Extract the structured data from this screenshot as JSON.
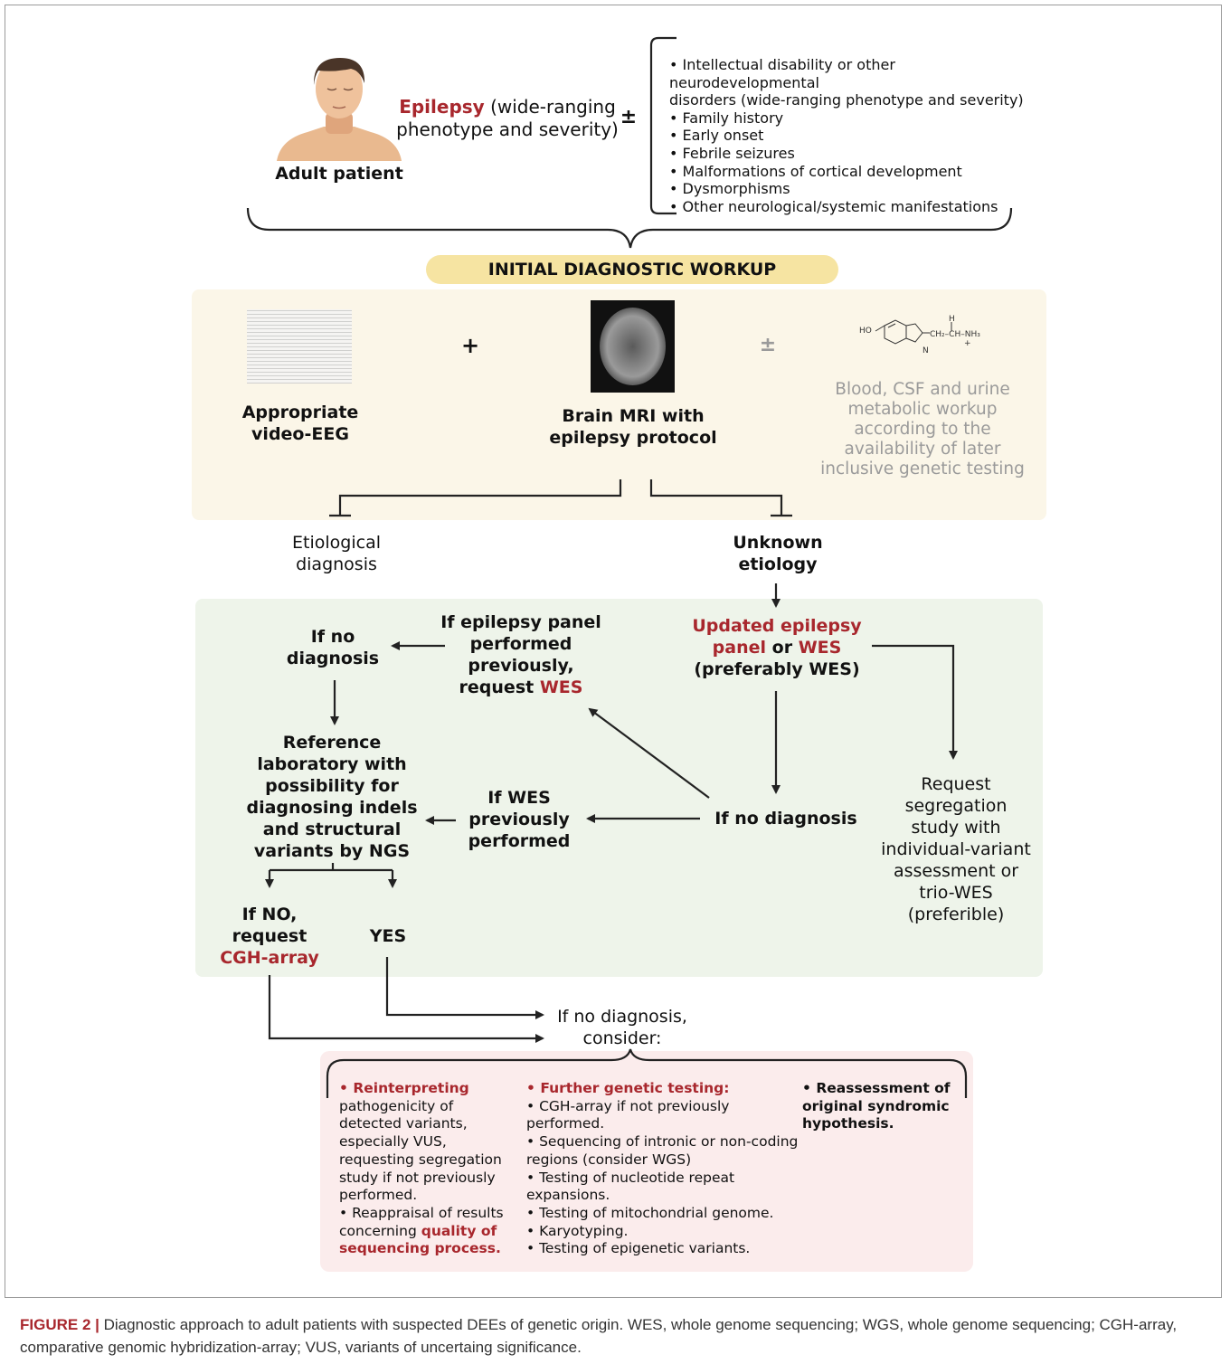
{
  "patient": {
    "label": "Adult patient"
  },
  "epilepsy": {
    "highlight": "Epilepsy",
    "rest1": " (wide-ranging",
    "line2": "phenotype and severity)"
  },
  "plusminus_top": "±",
  "comorbidities": [
    "• Intellectual disability or other neurodevelopmental",
    "disorders (wide-ranging phenotype and severity)",
    "• Family history",
    "• Early onset",
    "• Febrile seizures",
    "• Malformations of cortical development",
    "• Dysmorphisms",
    "• Other neurological/systemic manifestations"
  ],
  "workup_title": "INITIAL DIAGNOSTIC WORKUP",
  "eeg_label": [
    "Appropriate",
    "video-EEG"
  ],
  "plus_sign": "+",
  "mri_label": [
    "Brain MRI with",
    "epilepsy protocol"
  ],
  "plusminus_mid": "±",
  "molecule": {
    "ho": "HO",
    "h": "H",
    "chain": "CH₂–CH–NH₃",
    "plus": "+",
    "n": "N"
  },
  "metabolic_label": [
    "Blood, CSF and urine",
    "metabolic workup",
    "according to the",
    "availability of later",
    "inclusive genetic testing"
  ],
  "etiological": [
    "Etiological",
    "diagnosis"
  ],
  "unknown": [
    "Unknown",
    "etiology"
  ],
  "updated_panel": {
    "line1": "Updated epilepsy",
    "panel": "panel",
    "or": " or ",
    "wes": "WES",
    "line3": "(preferably WES)"
  },
  "if_epilepsy_panel": {
    "line1": "If epilepsy panel",
    "line2": "performed",
    "line3": "previously,",
    "request": "request ",
    "wes": "WES"
  },
  "if_no_diagnosis_top": [
    "If no",
    "diagnosis"
  ],
  "reference_lab": [
    "Reference",
    "laboratory with",
    "possibility for",
    "diagnosing indels",
    "and structural",
    "variants by NGS"
  ],
  "if_wes_previously": [
    "If WES",
    "previously",
    "performed"
  ],
  "if_no_diagnosis_mid": "If no diagnosis",
  "request_segregation": [
    "Request",
    "segregation",
    "study with",
    "individual-variant",
    "assessment or",
    "trio-WES",
    "(preferible)"
  ],
  "if_no": {
    "line1": "If NO,",
    "line2": "request",
    "cgh": "CGH-array"
  },
  "yes": "YES",
  "consider": [
    "If no diagnosis,",
    "consider:"
  ],
  "col1": {
    "bullet_head": "• ",
    "head": "Reinterpreting",
    "body": "pathogenicity of\ndetected variants,\nespecially VUS,\nrequesting segregation\nstudy if not previously\nperformed.\n• Reappraisal of results\nconcerning ",
    "quality": "quality of",
    "quality2": "sequencing process."
  },
  "col2": {
    "bullet_head": "• ",
    "head": "Further genetic testing:",
    "items": [
      "• CGH-array if not previously",
      "performed.",
      "• Sequencing of intronic or non-coding",
      "regions (consider WGS)",
      "• Testing of nucleotide repeat",
      "expansions.",
      "• Testing of mitochondrial genome.",
      "• Karyotyping.",
      "• Testing of epigenetic variants."
    ]
  },
  "col3": {
    "bullet_head": "• ",
    "line1": "Reassessment of",
    "line2": "original syndromic",
    "line3": "hypothesis."
  },
  "caption": {
    "label": "FIGURE 2 |",
    "text": " Diagnostic approach to adult patients with suspected DEEs of genetic origin. WES, whole genome sequencing; WGS, whole genome sequencing; CGH-array, comparative genomic hybridization-array; VUS, variants of uncertaing significance."
  },
  "colors": {
    "red": "#a8272d",
    "yellow_panel": "#fbf6e8",
    "green_panel": "#eef4ea",
    "red_panel": "#fbecec",
    "pill": "#f6e4a2"
  }
}
